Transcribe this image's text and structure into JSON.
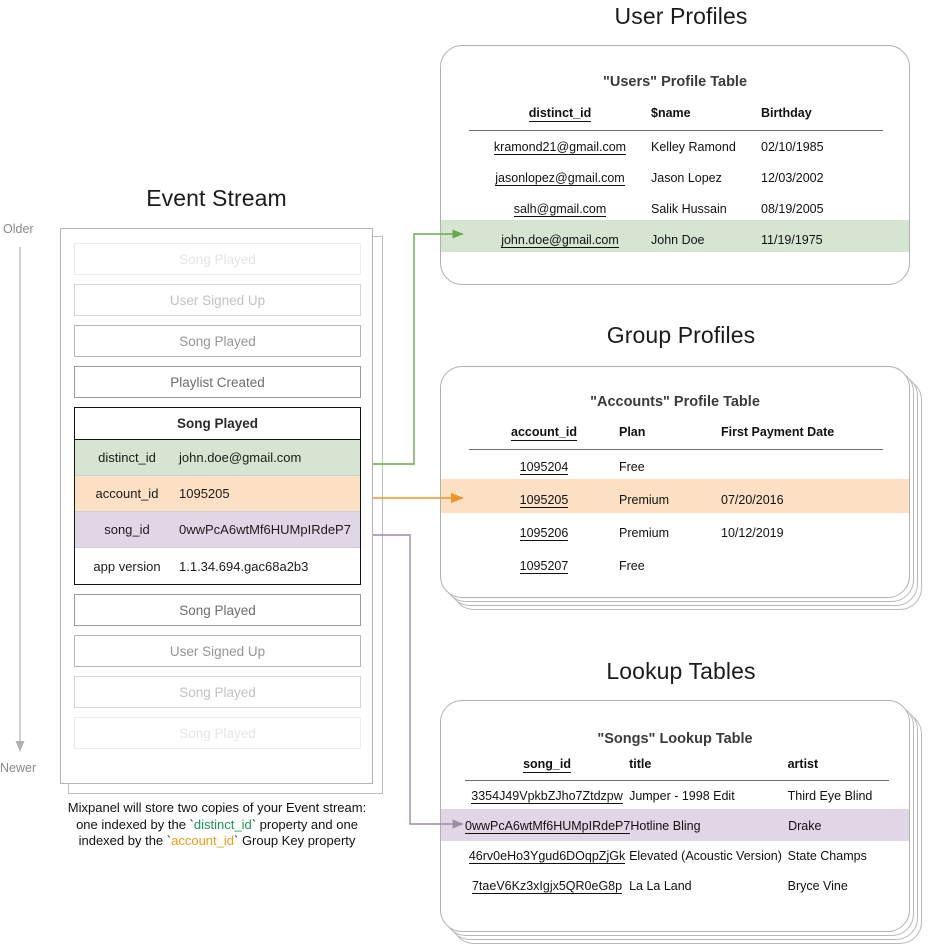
{
  "diagram": {
    "colors": {
      "green_highlight": "#d6e5d1",
      "orange_highlight": "#fbe0c4",
      "purple_highlight": "#e1d6e6",
      "green_arrow": "#6aa84f",
      "orange_arrow": "#f0932b",
      "purple_arrow": "#9b8aa6",
      "card_border": "#b0b0b0"
    }
  },
  "event_stream": {
    "title": "Event Stream",
    "axis": {
      "older": "Older",
      "newer": "Newer"
    },
    "events_before": [
      {
        "label": "Song Played",
        "fade": "f1"
      },
      {
        "label": "User Signed Up",
        "fade": "f2"
      },
      {
        "label": "Song Played",
        "fade": "f3"
      },
      {
        "label": "Playlist Created",
        "fade": "f4"
      }
    ],
    "focus_event": {
      "name": "Song Played",
      "properties": [
        {
          "key": "distinct_id",
          "value": "john.doe@gmail.com",
          "tone": "green"
        },
        {
          "key": "account_id",
          "value": "1095205",
          "tone": "orange"
        },
        {
          "key": "song_id",
          "value": "0wwPcA6wtMf6HUMpIRdeP7",
          "tone": "purple"
        },
        {
          "key": "app version",
          "value": "1.1.34.694.gac68a2b3",
          "tone": "plain"
        }
      ]
    },
    "events_after": [
      {
        "label": "Song Played",
        "fade": "f4"
      },
      {
        "label": "User Signed Up",
        "fade": "f3"
      },
      {
        "label": "Song Played",
        "fade": "f2"
      },
      {
        "label": "Song Played",
        "fade": "f1"
      }
    ],
    "caption": {
      "line1": "Mixpanel will store two copies of your Event stream:",
      "line2_pre": "one indexed by the `",
      "line2_code": "distinct_id",
      "line2_post": "` property and one",
      "line3_pre": "indexed by the `",
      "line3_code": "account_id",
      "line3_post": "` Group Key property"
    }
  },
  "user_profiles": {
    "section_title": "User Profiles",
    "table_title": "\"Users\" Profile Table",
    "columns": [
      "distinct_id",
      "$name",
      "Birthday"
    ],
    "rows": [
      {
        "cells": [
          "kramond21@gmail.com",
          "Kelley Ramond",
          "02/10/1985"
        ],
        "highlight": false
      },
      {
        "cells": [
          "jasonlopez@gmail.com",
          "Jason Lopez",
          "12/03/2002"
        ],
        "highlight": false
      },
      {
        "cells": [
          "salh@gmail.com",
          "Salik Hussain",
          "08/19/2005"
        ],
        "highlight": false
      },
      {
        "cells": [
          "john.doe@gmail.com",
          "John Doe",
          "11/19/1975"
        ],
        "highlight": true
      }
    ]
  },
  "group_profiles": {
    "section_title": "Group Profiles",
    "table_title": "\"Accounts\" Profile Table",
    "columns": [
      "account_id",
      "Plan",
      "First Payment Date"
    ],
    "rows": [
      {
        "cells": [
          "1095204",
          "Free",
          ""
        ],
        "highlight": false
      },
      {
        "cells": [
          "1095205",
          "Premium",
          "07/20/2016"
        ],
        "highlight": true
      },
      {
        "cells": [
          "1095206",
          "Premium",
          "10/12/2019"
        ],
        "highlight": false
      },
      {
        "cells": [
          "1095207",
          "Free",
          ""
        ],
        "highlight": false
      }
    ]
  },
  "lookup_tables": {
    "section_title": "Lookup Tables",
    "table_title": "\"Songs\" Lookup Table",
    "columns": [
      "song_id",
      "title",
      "artist"
    ],
    "rows": [
      {
        "cells": [
          "3354J49VpkbZJho7Ztdzpw",
          "Jumper - 1998 Edit",
          "Third Eye Blind"
        ],
        "highlight": false
      },
      {
        "cells": [
          "0wwPcA6wtMf6HUMpIRdeP7",
          "Hotline Bling",
          "Drake"
        ],
        "highlight": true
      },
      {
        "cells": [
          "46rv0eHo3Ygud6DOqpZjGk",
          "Elevated (Acoustic Version)",
          "State Champs"
        ],
        "highlight": false
      },
      {
        "cells": [
          "7taeV6Kz3xIgjx5QR0eG8p",
          "La La Land",
          "Bryce Vine"
        ],
        "highlight": false
      }
    ]
  }
}
